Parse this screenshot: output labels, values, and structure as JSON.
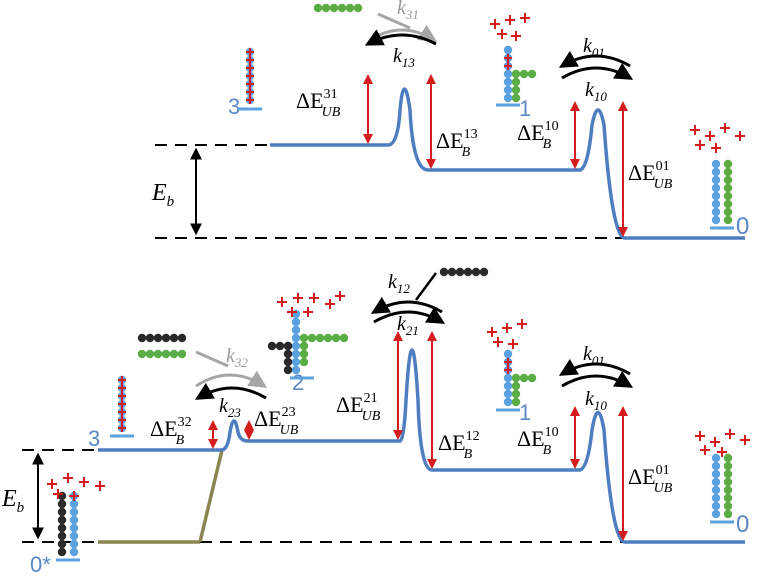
{
  "colors": {
    "energy_line": "#4f7ec0",
    "barrier_arrow": "#d41e1e",
    "blue_bead": "#5aa2e0",
    "green_bead": "#5aac45",
    "black_bead": "#2a2a2a",
    "charge": "#d41e1e",
    "state_label": "#5b87c7",
    "grey_arrow": "#a6a6a6",
    "olive_line": "#8c8451"
  },
  "top_panel": {
    "eb": {
      "main": "E",
      "sub": "b"
    },
    "state_labels": {
      "s3": "3",
      "s1": "1",
      "s0": "0"
    },
    "rates": {
      "k31": {
        "main": "k",
        "sub": "31"
      },
      "k13": {
        "main": "k",
        "sub": "13"
      },
      "k01": {
        "main": "k",
        "sub": "01"
      },
      "k10": {
        "main": "k",
        "sub": "10"
      }
    },
    "barriers": {
      "dE_UB_31": {
        "main": "ΔE",
        "sup": "31",
        "sub": "UB"
      },
      "dE_B_13": {
        "main": "ΔE",
        "sup": "13",
        "sub": "B"
      },
      "dE_B_10": {
        "main": "ΔE",
        "sup": "10",
        "sub": "B"
      },
      "dE_UB_01": {
        "main": "ΔE",
        "sup": "01",
        "sub": "UB"
      }
    }
  },
  "bottom_panel": {
    "eb": {
      "main": "E",
      "sub": "b"
    },
    "state_labels": {
      "s3": "3",
      "s2": "2",
      "s1": "1",
      "s0": "0",
      "s0star": "0*"
    },
    "rates": {
      "k32": {
        "main": "k",
        "sub": "32"
      },
      "k23": {
        "main": "k",
        "sub": "23"
      },
      "k12": {
        "main": "k",
        "sub": "12"
      },
      "k21": {
        "main": "k",
        "sub": "21"
      },
      "k01": {
        "main": "k",
        "sub": "01"
      },
      "k10": {
        "main": "k",
        "sub": "10"
      }
    },
    "barriers": {
      "dE_B_32": {
        "main": "ΔE",
        "sup": "32",
        "sub": "B"
      },
      "dE_UB_23": {
        "main": "ΔE",
        "sup": "23",
        "sub": "UB"
      },
      "dE_UB_21": {
        "main": "ΔE",
        "sup": "21",
        "sub": "UB"
      },
      "dE_B_12": {
        "main": "ΔE",
        "sup": "12",
        "sub": "B"
      },
      "dE_B_10": {
        "main": "ΔE",
        "sup": "10",
        "sub": "B"
      },
      "dE_UB_01": {
        "main": "ΔE",
        "sup": "01",
        "sub": "UB"
      }
    }
  }
}
